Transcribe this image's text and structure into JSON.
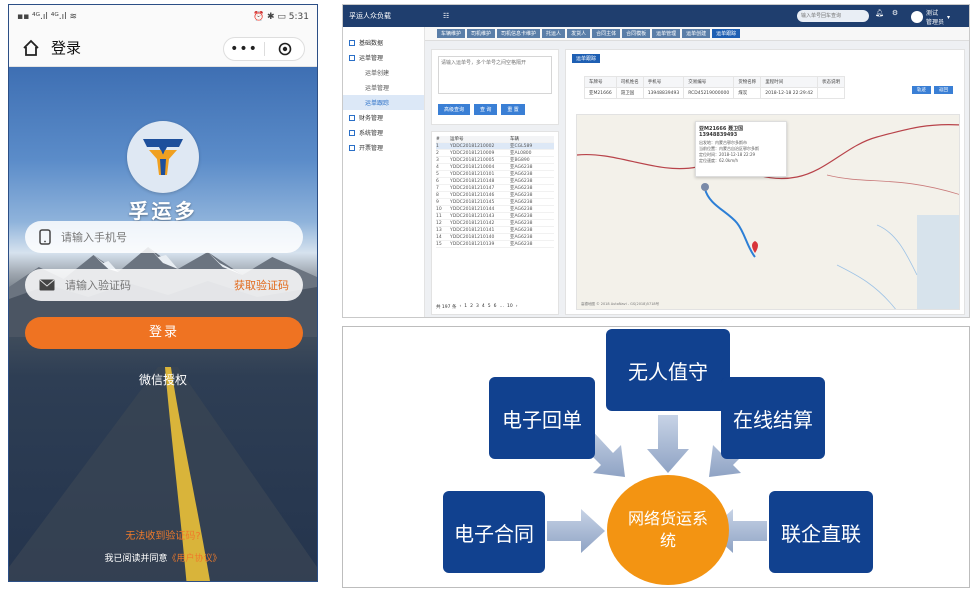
{
  "phone": {
    "status_left": "▪▪ ⁴ᴳ.ıl ⁴ᴳ.ıl ≋",
    "status_right": "⏰ ✱ ▭ 5:31",
    "nav_title": "登录",
    "capsule_more": "•••",
    "brand": "孚运多",
    "phone_placeholder": "请输入手机号",
    "code_placeholder": "请输入验证码",
    "get_code": "获取验证码",
    "login_button": "登录",
    "wechat_auth": "微信授权",
    "no_code": "无法收到验证码?",
    "agree_prefix": "我已阅读并同意",
    "agree_link": "《用户协议》",
    "colors": {
      "accent": "#ef7322",
      "link": "#f07a2a"
    }
  },
  "web": {
    "system_title": "孚运人众负载",
    "search_placeholder": "输入单号回车查询",
    "user_name": "测试",
    "user_role": "管理员",
    "sidebar": [
      {
        "label": "基础数据",
        "sub": false,
        "active": false
      },
      {
        "label": "运单管理",
        "sub": false,
        "active": false
      },
      {
        "label": "运单创建",
        "sub": true,
        "active": false
      },
      {
        "label": "运单管理",
        "sub": true,
        "active": false
      },
      {
        "label": "运单跟踪",
        "sub": true,
        "active": true
      },
      {
        "label": "财务管理",
        "sub": false,
        "active": false
      },
      {
        "label": "系统管理",
        "sub": false,
        "active": false
      },
      {
        "label": "开票管理",
        "sub": false,
        "active": false
      }
    ],
    "tabs": [
      "车辆维护",
      "司机维护",
      "司机信息卡维护",
      "托运人",
      "发货人",
      "合同主体",
      "合同模板",
      "运单管理",
      "运单创建",
      "运单跟踪"
    ],
    "query_placeholder": "请输入运单号，多个单号之间空格隔开",
    "query_buttons": [
      "高级查询",
      "查 询",
      "重 置"
    ],
    "list_headers": [
      "#",
      "运单号",
      "车辆"
    ],
    "list_rows": [
      [
        "1",
        "YDDC20181210002",
        "亚CGL589"
      ],
      [
        "2",
        "YDDC20181210009",
        "亚AL0800"
      ],
      [
        "3",
        "YDDC20181210005",
        "亚BG890"
      ],
      [
        "4",
        "YDDC20181210004",
        "亚AG6238"
      ],
      [
        "5",
        "YDDC20181210101",
        "亚AG6238"
      ],
      [
        "6",
        "YDDC20181210148",
        "亚AG6238"
      ],
      [
        "7",
        "YDDC20181210147",
        "亚AG6238"
      ],
      [
        "8",
        "YDDC20181210146",
        "亚AG6238"
      ],
      [
        "9",
        "YDDC20181210145",
        "亚AG6238"
      ],
      [
        "10",
        "YDDC20181210144",
        "亚AG6238"
      ],
      [
        "11",
        "YDDC20181210143",
        "亚AG6238"
      ],
      [
        "12",
        "YDDC20181210142",
        "亚AG6238"
      ],
      [
        "13",
        "YDDC20181210141",
        "亚AG6238"
      ],
      [
        "14",
        "YDDC20181210140",
        "亚AG6238"
      ],
      [
        "15",
        "YDDC20181210139",
        "亚AG6238"
      ]
    ],
    "pager": [
      "共 197 条",
      "‹",
      "1",
      "2",
      "3",
      "4",
      "5",
      "6",
      "…",
      "10",
      "›"
    ],
    "detail_tab": "运单跟踪",
    "info_headers": [
      "车牌号",
      "司机姓名",
      "手机号",
      "交易编号",
      "货物名称",
      "里程时间",
      "状态说明"
    ],
    "info_values": [
      "亚M21666",
      "聂卫国",
      "13948839493",
      "RCD45219000000",
      "煤炭",
      "2018-12-18 22:29:42",
      ""
    ],
    "detail_buttons": [
      "轨迹",
      "返回"
    ],
    "map_popup_title": "亚M21666 聂卫国 13948839493",
    "map_popup_lines": [
      "出发地：内蒙古鄂尔多斯市",
      "当前位置：内蒙古自治区鄂尔多斯",
      "定位时间：2018-12-18 22:29",
      "定位速度：62.0km/h"
    ],
    "map_footer": "高德地图 © 2018 AutoNavi - GS(2018)5718号"
  },
  "diagram": {
    "center_label": "网络货运系统",
    "nodes": [
      "无人值守",
      "电子回单",
      "在线结算",
      "电子合同",
      "联企直联"
    ],
    "colors": {
      "box": "#11418f",
      "center": "#f39412",
      "arrow": "#a8b8d4"
    }
  }
}
